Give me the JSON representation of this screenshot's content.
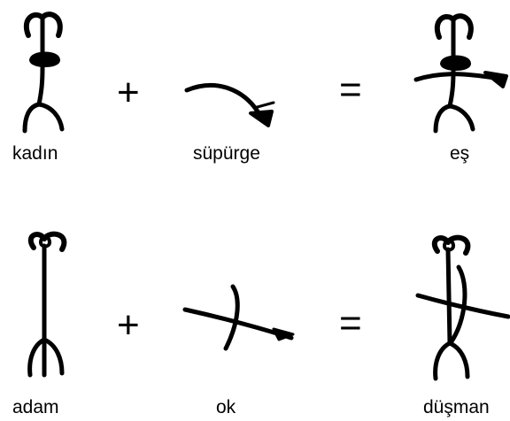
{
  "rows": [
    {
      "left_label": "kadın",
      "middle_label": "süpürge",
      "result_label": "eş",
      "plus": "+",
      "equals": "="
    },
    {
      "left_label": "adam",
      "middle_label": "ok",
      "result_label": "düşman",
      "plus": "+",
      "equals": "="
    }
  ]
}
